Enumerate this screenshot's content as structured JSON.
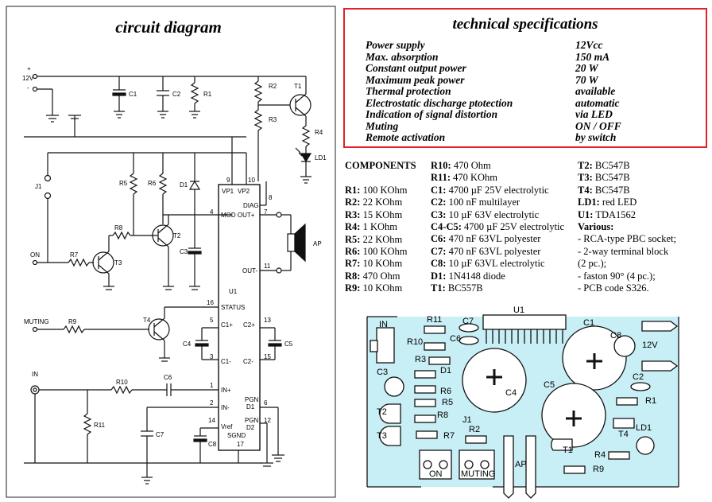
{
  "circuit_title": "circuit diagram",
  "specs": {
    "title": "technical specifications",
    "rows": [
      {
        "name": "Power supply",
        "value": "12Vcc"
      },
      {
        "name": "Max. absorption",
        "value": "150 mA"
      },
      {
        "name": "Constant output power",
        "value": "20 W"
      },
      {
        "name": "Maximum peak power",
        "value": "70 W"
      },
      {
        "name": "Thermal protection",
        "value": "available"
      },
      {
        "name": "Electrostatic discharge ptotection",
        "value": "automatic"
      },
      {
        "name": "Indication of signal distortion",
        "value": "via LED"
      },
      {
        "name": "Muting",
        "value": "ON / OFF"
      },
      {
        "name": "Remote activation",
        "value": "by switch"
      }
    ]
  },
  "components": {
    "heading": "COMPONENTS",
    "col1": [
      {
        "ref": "R1:",
        "val": " 100 KOhm"
      },
      {
        "ref": "R2:",
        "val": " 22 KOhm"
      },
      {
        "ref": "R3:",
        "val": " 15 KOhm"
      },
      {
        "ref": "R4:",
        "val": " 1 KOhm"
      },
      {
        "ref": "R5:",
        "val": " 22 KOhm"
      },
      {
        "ref": "R6:",
        "val": " 100 KOhm"
      },
      {
        "ref": "R7:",
        "val": " 10 KOhm"
      },
      {
        "ref": "R8:",
        "val": " 470 Ohm"
      },
      {
        "ref": "R9:",
        "val": " 10 KOhm"
      }
    ],
    "col2": [
      {
        "ref": "R10:",
        "val": " 470 Ohm"
      },
      {
        "ref": "R11:",
        "val": " 470 KOhm"
      },
      {
        "ref": "C1:",
        "val": " 4700 µF 25V electrolytic"
      },
      {
        "ref": "C2:",
        "val": " 100 nF  multilayer"
      },
      {
        "ref": "C3:",
        "val": " 10 µF 63V electrolytic"
      },
      {
        "ref": "C4-C5:",
        "val": " 4700 µF 25V electrolytic"
      },
      {
        "ref": "C6:",
        "val": " 470 nF 63VL polyester"
      },
      {
        "ref": "C7:",
        "val": " 470 nF 63VL polyester"
      },
      {
        "ref": "C8:",
        "val": " 10 µF 63VL electrolytic"
      },
      {
        "ref": "D1:",
        "val": " 1N4148 diode"
      },
      {
        "ref": "T1:",
        "val": " BC557B"
      }
    ],
    "col3": [
      {
        "ref": "T2:",
        "val": " BC547B"
      },
      {
        "ref": "T3:",
        "val": " BC547B"
      },
      {
        "ref": "T4:",
        "val": " BC547B"
      },
      {
        "ref": "LD1:",
        "val": " red LED"
      },
      {
        "ref": "U1:",
        "val": " TDA1562"
      },
      {
        "ref": "Various:",
        "val": ""
      },
      {
        "ref": "",
        "val": "- RCA-type PBC socket;"
      },
      {
        "ref": "",
        "val": "- 2-way terminal block"
      },
      {
        "ref": "",
        "val": "  (2 pc.);"
      },
      {
        "ref": "",
        "val": "- faston 90° (4 pc.);"
      },
      {
        "ref": "",
        "val": "- PCB code S326."
      }
    ]
  },
  "schematic_labels": {
    "plus": "+",
    "minus": "-",
    "v12": "12V",
    "C1": "C1",
    "C2": "C2",
    "R1": "R1",
    "R2": "R2",
    "R3": "R3",
    "T1": "T1",
    "R4": "R4",
    "LD1": "LD1",
    "J1": "J1",
    "R5": "R5",
    "R6": "R6",
    "D1": "D1",
    "R8": "R8",
    "T2": "T2",
    "C3": "C3",
    "ON": "ON",
    "R7": "R7",
    "T3": "T3",
    "MUTING": "MUTING",
    "R9": "R9",
    "T4": "T4",
    "C4": "C4",
    "C5": "C5",
    "IN": "IN",
    "R10": "R10",
    "C6": "C6",
    "R11": "R11",
    "C7": "C7",
    "C8": "C8",
    "AP": "AP",
    "U1": "U1",
    "VP1": "VP1",
    "VP2": "VP2",
    "DIAG": "DIAG",
    "MODOUT": "MOD OUT+",
    "OUTM": "OUT-",
    "STATUS": "STATUS",
    "C1P": "C1+",
    "C2P": "C2+",
    "C1M": "C1-",
    "C2M": "C2-",
    "INP": "IN+",
    "INM": "IN-",
    "PGN1": "PGN",
    "D1b": "D1",
    "PGN2": "PGN",
    "D2b": "D2",
    "VREF": "Vref",
    "SGND": "SGND",
    "p9": "9",
    "p10": "10",
    "p8": "8",
    "p4": "4",
    "p7": "7",
    "p11": "11",
    "p16": "16",
    "p5": "5",
    "p13": "13",
    "p3": "3",
    "p15": "15",
    "p1": "1",
    "p2": "2",
    "p6": "6",
    "p14": "14",
    "p12": "12",
    "p17": "17"
  },
  "pcb_labels": {
    "IN": "IN",
    "R11": "R11",
    "C7": "C7",
    "U1": "U1",
    "C1": "C1",
    "R10": "R10",
    "C6": "C6",
    "C8": "C8",
    "v12": "12V",
    "R3": "R3",
    "D1": "D1",
    "C3": "C3",
    "C4": "C4",
    "C5": "C5",
    "C2": "C2",
    "R6": "R6",
    "R5": "R5",
    "R1": "R1",
    "T2": "T2",
    "R8": "R8",
    "J1": "J1",
    "T4": "T4",
    "LD1": "LD1",
    "T3": "T3",
    "R7": "R7",
    "R2": "R2",
    "T1": "T1",
    "R4": "R4",
    "R9": "R9",
    "ON": "ON",
    "MUTING": "MUTING",
    "AP": "AP"
  }
}
